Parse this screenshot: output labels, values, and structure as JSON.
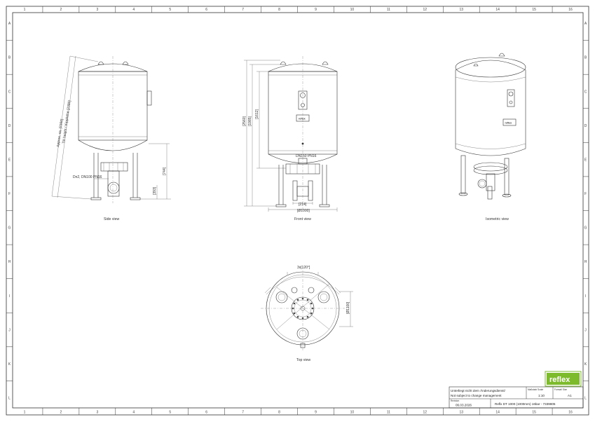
{
  "grid": {
    "columns": [
      "1",
      "2",
      "3",
      "4",
      "5",
      "6",
      "7",
      "8",
      "9",
      "10",
      "11",
      "12",
      "13",
      "14",
      "15",
      "16"
    ],
    "rows": [
      "A",
      "B",
      "C",
      "D",
      "E",
      "F",
      "G",
      "H",
      "I",
      "J",
      "K",
      "L"
    ]
  },
  "views": {
    "side": {
      "title": "Side view",
      "dim_approx": "Approx. ca. [2360]",
      "dim_tilt": "Tilt height / Kipphöhe [2380]",
      "dim_744": "[744]",
      "dim_393": "[393]",
      "flange_label": "Dn2, DN100 PN16"
    },
    "front": {
      "title": "Front view",
      "dim_total": "[2560]",
      "dim_mid": "[1985]",
      "dim_inner": "[1612]",
      "flange_label": "DN150 PN16",
      "dim_214": "[214]",
      "dim_width": "[Ø1000]",
      "logo": "reflex"
    },
    "iso": {
      "title": "Isometric view",
      "logo": "reflex"
    },
    "top": {
      "title": "Top view",
      "dim_angle": "3x[120°]",
      "dim_side": "[Ø1100]"
    }
  },
  "title_block": {
    "note_de": "Unterliegt nicht dem Änderungsdienst/",
    "note_en": "Not subject to change management",
    "scale_label": "Maßstab/ Scale",
    "scale_value": "1:10",
    "format_label": "Format/ Size",
    "format_value": "A1",
    "revision_label": "Revision",
    "date": "06.03.2026",
    "description": "Reflx DT 1000 (1000mm) 16bar - 7339805",
    "logo": "reflex"
  },
  "colors": {
    "logo_green": "#7dbb2c",
    "line": "#333333"
  }
}
